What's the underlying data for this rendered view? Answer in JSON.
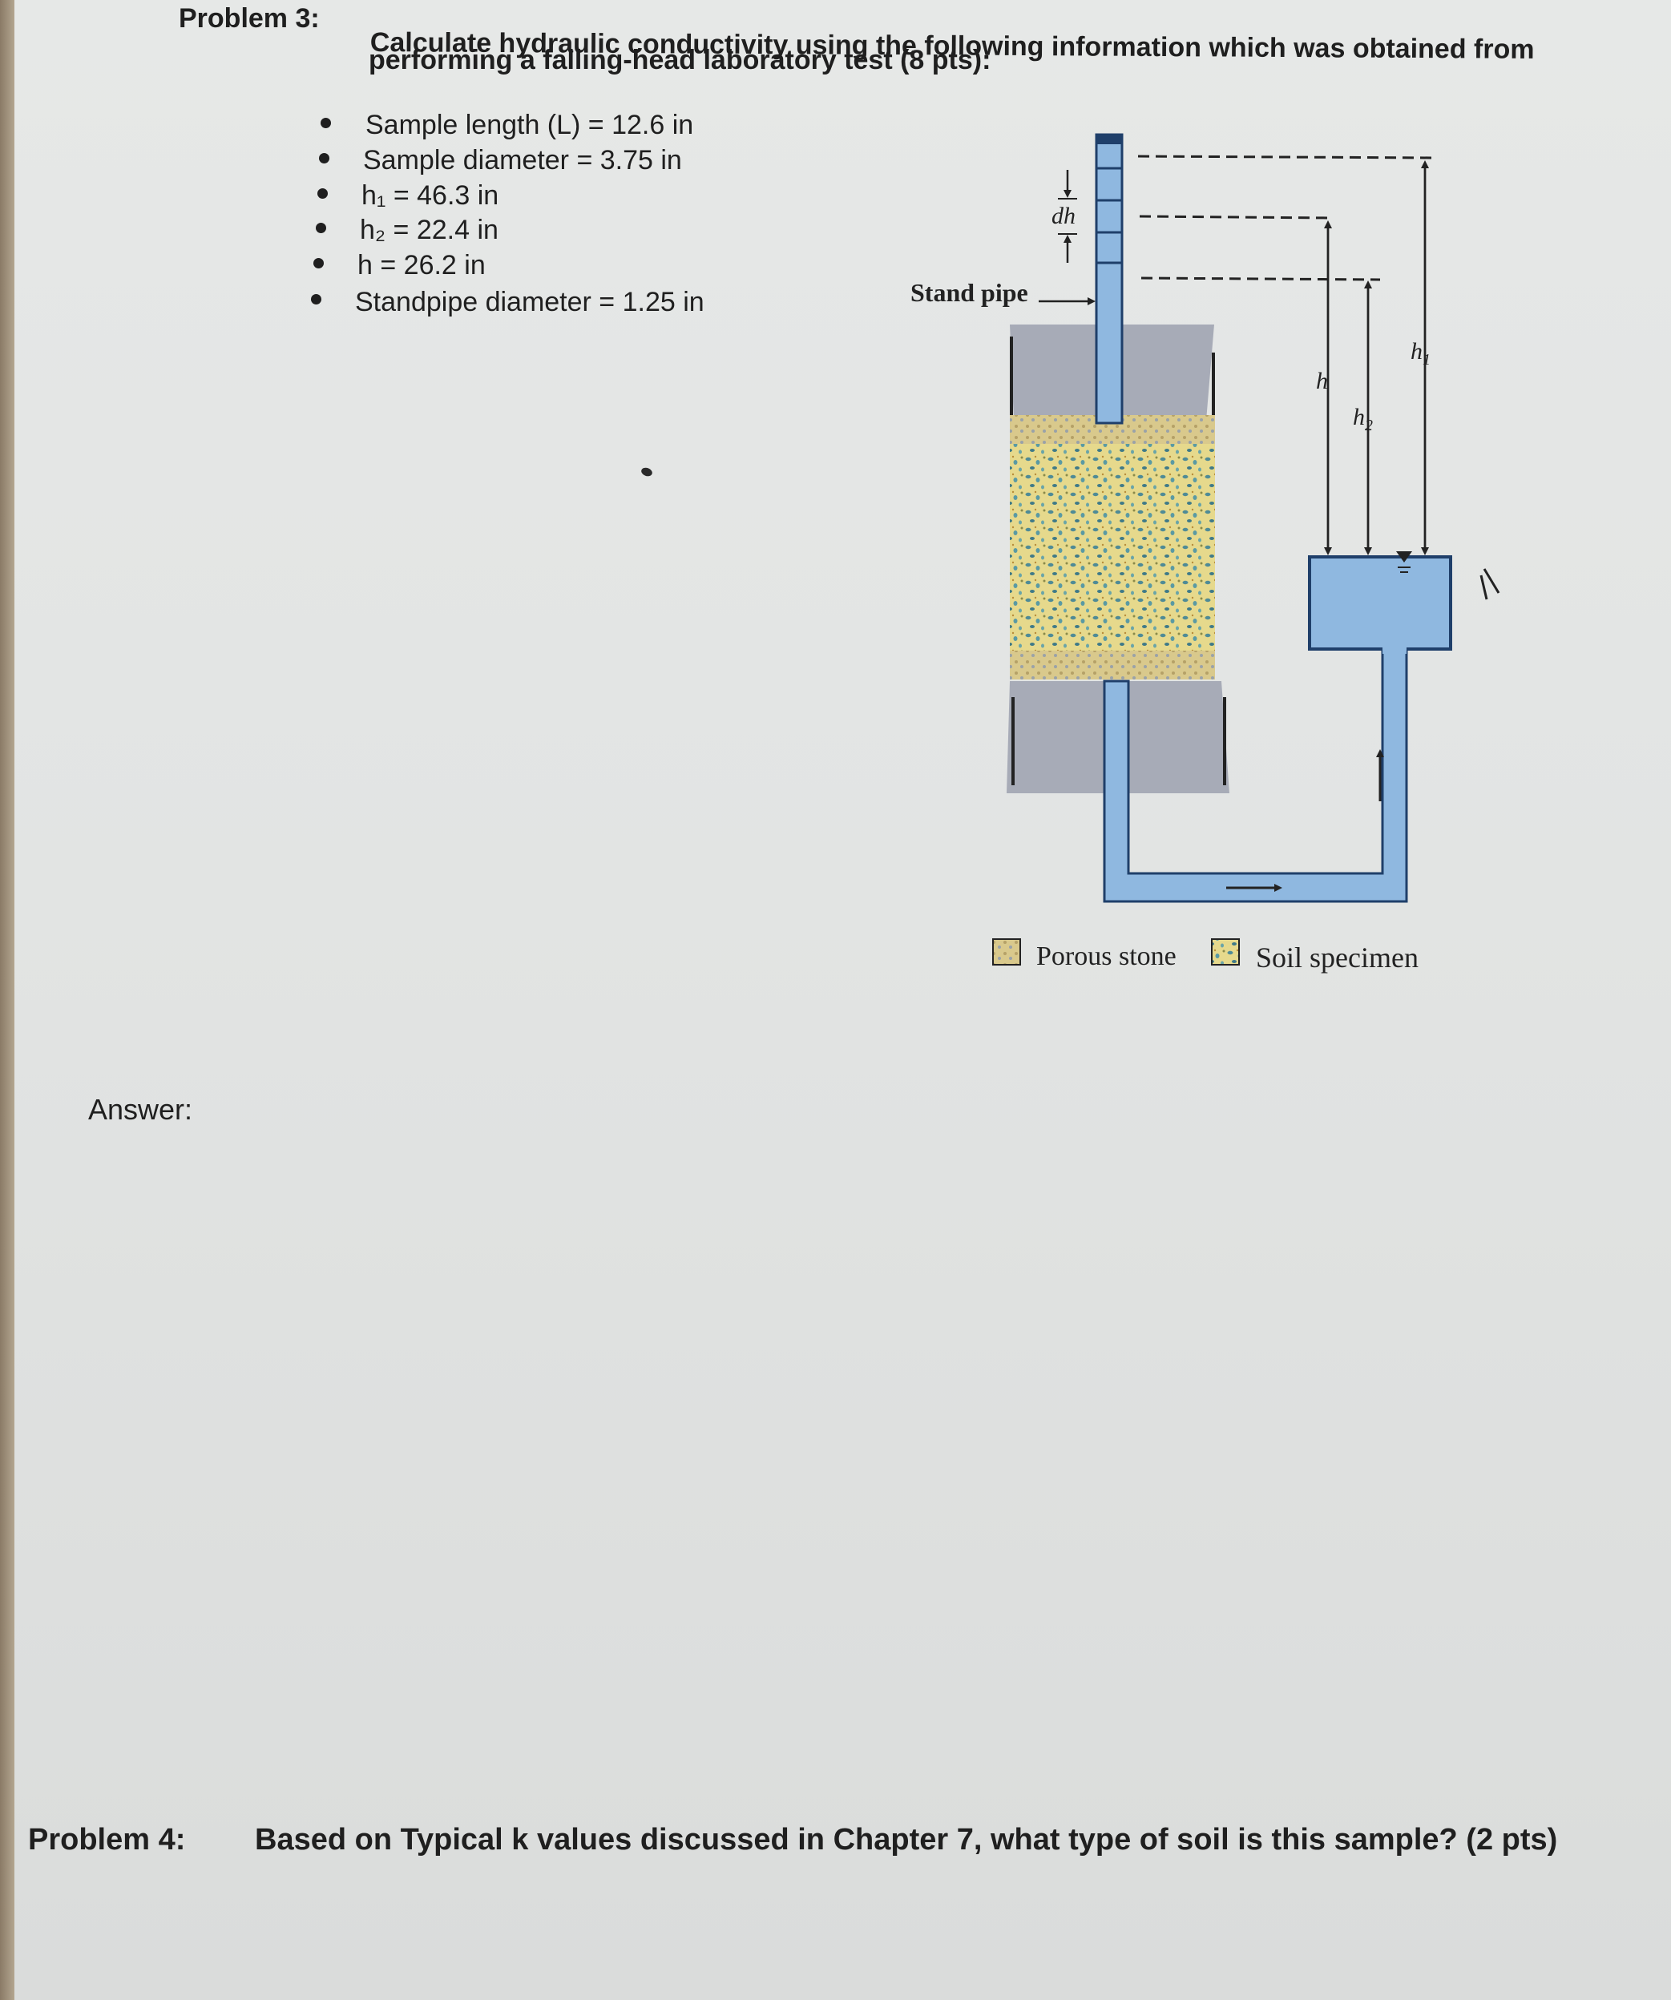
{
  "problem3": {
    "label": "Problem 3:",
    "line1": "Calculate hydraulic conductivity using the following information which was obtained from",
    "line2": "performing a falling-head laboratory test (8 pts):",
    "items": [
      "Sample length (L) = 12.6 in",
      "Sample diameter = 3.75 in",
      "h₁ = 46.3 in",
      "h₂ = 22.4 in",
      "h = 26.2 in",
      "Standpipe diameter = 1.25 in"
    ]
  },
  "diagram": {
    "standpipe_label": "Stand pipe",
    "dh_label": "dh",
    "h_label": "h",
    "h1_label": "h",
    "h1_sub": "1",
    "h2_label": "h",
    "h2_sub": "2",
    "legend": [
      "Porous stone",
      "Soil specimen"
    ]
  },
  "answer": {
    "label": "Answer:"
  },
  "problem4": {
    "label": "Problem 4:",
    "text": "Based on Typical k values discussed in Chapter 7, what type of soil is this sample? (2 pts)"
  },
  "colors": {
    "water": "#8fb8e0",
    "stone": "#a9aebb",
    "soil": "#e8d98a",
    "grain": "#4e8a9a"
  }
}
